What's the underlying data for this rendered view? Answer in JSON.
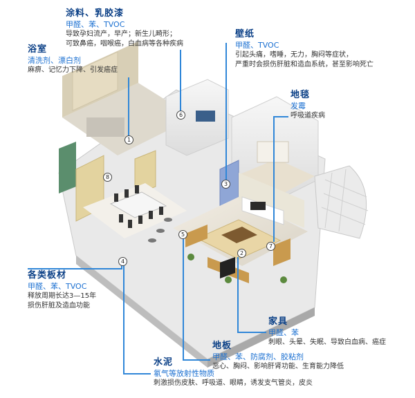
{
  "callouts": {
    "paint": {
      "title": "涂料、乳胶漆",
      "chemicals": "甲醛、苯、TVOC",
      "effects": [
        "导致孕妇流产，早产；新生儿畸形；",
        "可致鼻癌，咽喉癌，白血病等各种疾病"
      ]
    },
    "bathroom": {
      "title": "浴室",
      "chemicals": "清洗剂、漂白剂",
      "effects": [
        "麻痹、记忆力下降、引发癌症"
      ]
    },
    "wallpaper": {
      "title": "壁纸",
      "chemicals": "甲醛、TVOC",
      "effects": [
        "引起头痛，嗜睡，无力，胸闷等症状，",
        "严重时会损伤肝脏和造血系统，甚至影响死亡"
      ]
    },
    "carpet": {
      "title": "地毯",
      "chemicals": "发霉",
      "effects": [
        "呼吸道疾病"
      ]
    },
    "boards": {
      "title": "各类板材",
      "chemicals": "甲醛、苯、TVOC",
      "effects": [
        "释放周期长达3—15年",
        "损伤肝脏及造血功能"
      ]
    },
    "furniture": {
      "title": "家具",
      "chemicals": "甲醛、苯",
      "effects": [
        "刺眼、头晕、失眠、导致白血病、癌症"
      ]
    },
    "floor": {
      "title": "地板",
      "chemicals": "甲醛、苯、防腐剂、胶粘剂",
      "effects": [
        "恶心、胸闷、影响肝肾功能、生育能力降低"
      ]
    },
    "cement": {
      "title": "水泥",
      "chemicals": "氡气等放射性物质",
      "effects": [
        "刺激损伤皮肤、呼吸道、眼睛，诱发支气管炎，皮炎"
      ]
    }
  },
  "markers": [
    "1",
    "2",
    "3",
    "4",
    "5",
    "6",
    "7",
    "8"
  ],
  "colors": {
    "title": "#0a3f86",
    "chemicals": "#1a6fd1",
    "leader": "#2f86d8"
  }
}
